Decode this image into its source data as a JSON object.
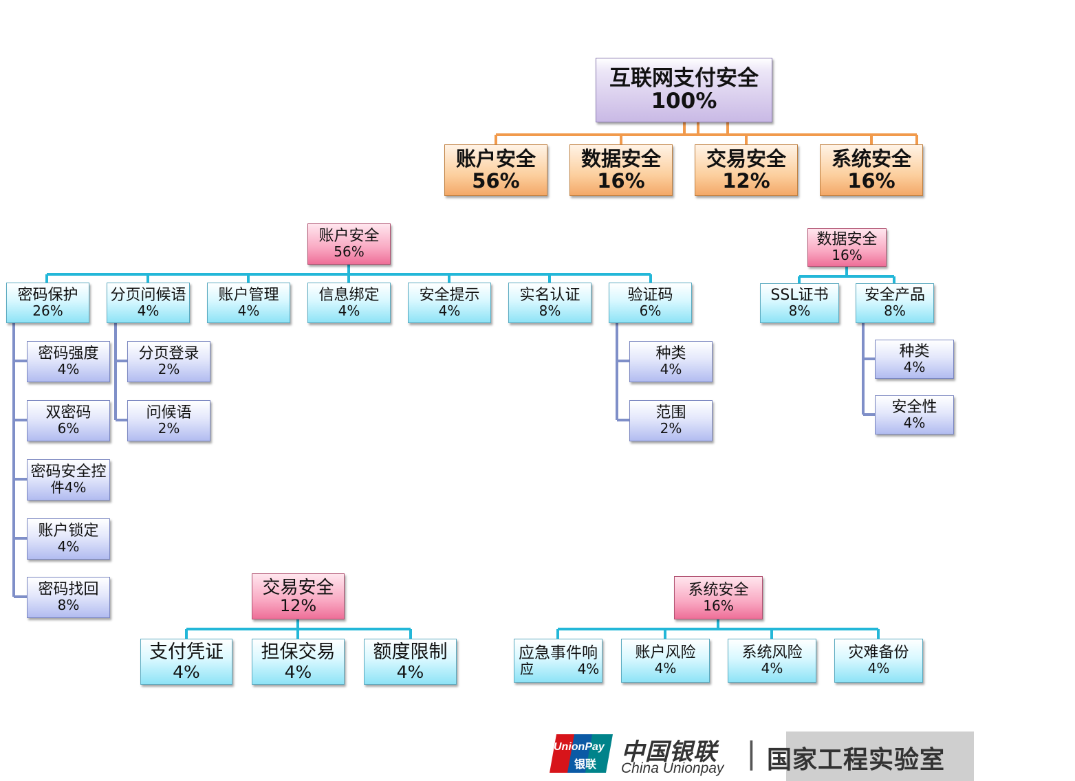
{
  "root": {
    "title": "互联网支付安全",
    "pct": "100%"
  },
  "top": [
    {
      "title": "账户安全",
      "pct": "56%"
    },
    {
      "title": "数据安全",
      "pct": "16%"
    },
    {
      "title": "交易安全",
      "pct": "12%"
    },
    {
      "title": "系统安全",
      "pct": "16%"
    }
  ],
  "account": {
    "title": "账户安全",
    "pct": "56%",
    "children": [
      {
        "title": "密码保护",
        "pct": "26%"
      },
      {
        "title": "分页问候语",
        "pct": "4%"
      },
      {
        "title": "账户管理",
        "pct": "4%"
      },
      {
        "title": "信息绑定",
        "pct": "4%"
      },
      {
        "title": "安全提示",
        "pct": "4%"
      },
      {
        "title": "实名认证",
        "pct": "8%"
      },
      {
        "title": "验证码",
        "pct": "6%"
      }
    ],
    "password_children": [
      {
        "title": "密码强度",
        "pct": "4%"
      },
      {
        "title": "双密码",
        "pct": "6%"
      },
      {
        "title": "密码安全控",
        "pct": "件4%"
      },
      {
        "title": "账户锁定",
        "pct": "4%"
      },
      {
        "title": "密码找回",
        "pct": "8%"
      }
    ],
    "greeting_children": [
      {
        "title": "分页登录",
        "pct": "2%"
      },
      {
        "title": "问候语",
        "pct": "2%"
      }
    ],
    "captcha_children": [
      {
        "title": "种类",
        "pct": "4%"
      },
      {
        "title": "范围",
        "pct": "2%"
      }
    ]
  },
  "data_security": {
    "title": "数据安全",
    "pct": "16%",
    "children": [
      {
        "title": "SSL证书",
        "pct": "8%"
      },
      {
        "title": "安全产品",
        "pct": "8%"
      }
    ],
    "product_children": [
      {
        "title": "种类",
        "pct": "4%"
      },
      {
        "title": "安全性",
        "pct": "4%"
      }
    ]
  },
  "trade": {
    "title": "交易安全",
    "pct": "12%",
    "children": [
      {
        "title": "支付凭证",
        "pct": "4%"
      },
      {
        "title": "担保交易",
        "pct": "4%"
      },
      {
        "title": "额度限制",
        "pct": "4%"
      }
    ]
  },
  "system": {
    "title": "系统安全",
    "pct": "16%",
    "children": [
      {
        "title": "应急事件响",
        "pct": "应          4%"
      },
      {
        "title": "账户风险",
        "pct": "4%"
      },
      {
        "title": "系统风险",
        "pct": "4%"
      },
      {
        "title": "灾难备份",
        "pct": "4%"
      }
    ]
  },
  "footer": {
    "logo_top": "UnionPay",
    "logo_bottom": "银联",
    "brand_cn": "中国银联",
    "brand_en": "China Unionpay",
    "separator": "|",
    "lab": "国家工程实验室"
  },
  "colors": {
    "orange_line": "#f19a4c",
    "cyan_line": "#23b7d8",
    "blue_line": "#7f8fc8"
  }
}
